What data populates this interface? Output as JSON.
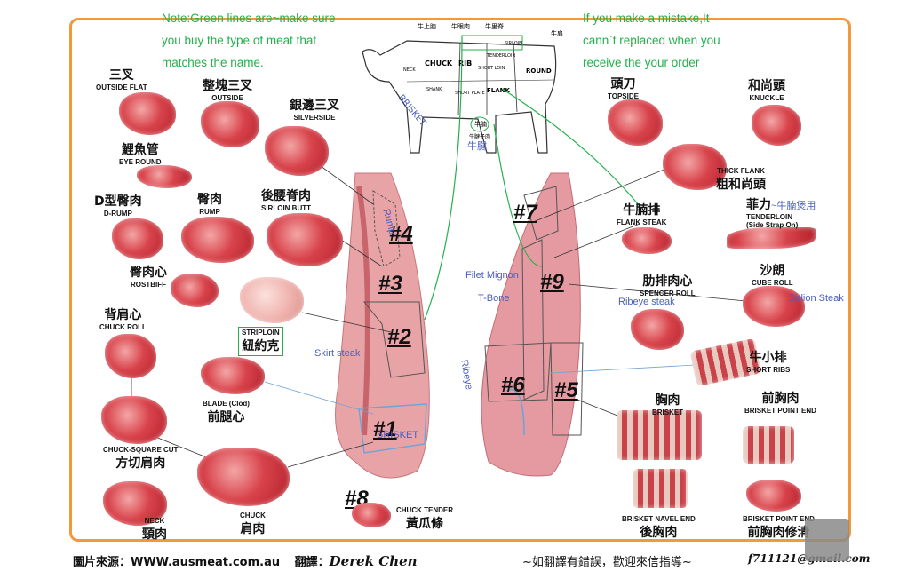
{
  "notes": {
    "left": [
      "Note:Green lines are~make sure",
      "you buy the type of meat that",
      "matches the name."
    ],
    "right": [
      "If you make a mistake,It",
      "cann`t replaced when you",
      "receive the your order"
    ]
  },
  "cow_diagram": {
    "labels": [
      "牛上脑",
      "牛眼肉",
      "牛里脊",
      "牛肩",
      "CHUCK",
      "RIB",
      "SIRLOIN",
      "TENDERLOIN",
      "SHORT LOIN",
      "ROUND",
      "FLANK",
      "SHORT PLATE",
      "SHANK",
      "BRISKET",
      "NECK",
      "牛腩",
      "牛腱子肉",
      "牛腱"
    ]
  },
  "cut_numbers": [
    "#1",
    "#2",
    "#3",
    "#4",
    "#5",
    "#6",
    "#7",
    "#8",
    "#9"
  ],
  "cuts_left": [
    {
      "zh": "三叉",
      "en": "OUTSIDE FLAT"
    },
    {
      "zh": "整塊三叉",
      "en": "OUTSIDE"
    },
    {
      "zh": "銀邊三叉",
      "en": "SILVERSIDE"
    },
    {
      "zh": "鯉魚管",
      "en": "EYE ROUND"
    },
    {
      "zh": "D型臀肉",
      "en": "D-RUMP"
    },
    {
      "zh": "臀肉",
      "en": "RUMP"
    },
    {
      "zh": "後腰脊肉",
      "en": "SIRLOIN BUTT"
    },
    {
      "zh": "臀肉心",
      "en": "ROSTBIFF"
    },
    {
      "zh": "背肩心",
      "en": "CHUCK ROLL"
    },
    {
      "zh": "紐約克",
      "en": "STRIPLOIN"
    },
    {
      "zh": "前腿心",
      "en": "BLADE (Clod)"
    },
    {
      "zh": "方切肩肉",
      "en": "CHUCK-SQUARE CUT"
    },
    {
      "zh": "肩肉",
      "en": "CHUCK"
    },
    {
      "zh": "頸肉",
      "en": "NECK"
    },
    {
      "zh": "黃瓜條",
      "en": "CHUCK TENDER"
    }
  ],
  "cuts_right": [
    {
      "zh": "頭刀",
      "en": "TOPSIDE"
    },
    {
      "zh": "和尚頭",
      "en": "KNUCKLE"
    },
    {
      "zh": "粗和尚頭",
      "en": "THICK FLANK"
    },
    {
      "zh": "牛腩排",
      "en": "FLANK STEAK"
    },
    {
      "zh": "菲力",
      "en": "TENDERLOIN",
      "note": "~牛腩煲用",
      "sub": "(Side Strap On)"
    },
    {
      "zh": "沙朗",
      "en": "CUBE ROLL"
    },
    {
      "zh": "肋排肉心",
      "en": "SPENCER ROLL"
    },
    {
      "zh": "牛小排",
      "en": "SHORT RIBS"
    },
    {
      "zh": "胸肉",
      "en": "BRISKET"
    },
    {
      "zh": "前胸肉",
      "en": "BRISKET POINT END"
    },
    {
      "zh": "後胸肉",
      "en": "BRISKET NAVEL END"
    },
    {
      "zh": "前胸肉修清",
      "en": "BRISKET POINT END"
    }
  ],
  "blue_labels": [
    "Skirt steak",
    "Filet Mignon",
    "T-Bone",
    "Ribeye steak",
    "Sirlion Steak",
    "Ribeye",
    "BRISKET",
    "Rump"
  ],
  "footer": {
    "source": "圖片來源：WWW.ausmeat.com.au",
    "translator_prefix": "翻譯：",
    "translator": "Derek Chen",
    "request": "~如翻譯有錯誤，歡迎來信指導~",
    "email": "f711121@gmail.com"
  },
  "colors": {
    "frame": "#f29a3a",
    "note": "#22b14c",
    "blue": "#4a5fc1"
  }
}
